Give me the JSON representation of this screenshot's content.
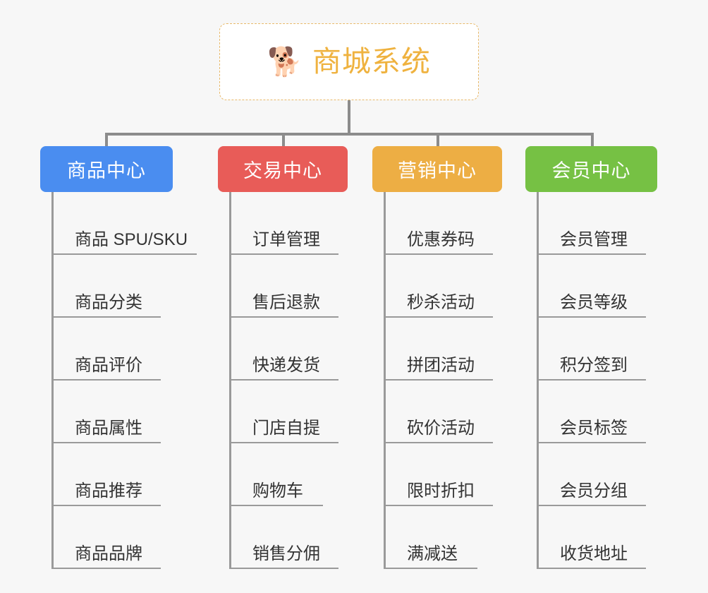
{
  "diagram": {
    "type": "tree-mindmap",
    "background_color": "#f7f7f7",
    "root": {
      "icon": "dog-face-icon",
      "icon_glyph": "🐕",
      "title": "商城系统",
      "title_color": "#efb23f",
      "border_color": "#e8b96a",
      "background_color": "#ffffff"
    },
    "connector_color": "#8c8c8c",
    "categories": [
      {
        "label": "商品中心",
        "color": "#4a8df0",
        "text_color": "#ffffff",
        "items": [
          "商品 SPU/SKU",
          "商品分类",
          "商品评价",
          "商品属性",
          "商品推荐",
          "商品品牌"
        ]
      },
      {
        "label": "交易中心",
        "color": "#e85c58",
        "text_color": "#ffffff",
        "items": [
          "订单管理",
          "售后退款",
          "快递发货",
          "门店自提",
          "购物车",
          "销售分佣"
        ]
      },
      {
        "label": "营销中心",
        "color": "#edae44",
        "text_color": "#ffffff",
        "items": [
          "优惠券码",
          "秒杀活动",
          "拼团活动",
          "砍价活动",
          "限时折扣",
          "满减送"
        ]
      },
      {
        "label": "会员中心",
        "color": "#76c144",
        "text_color": "#ffffff",
        "items": [
          "会员管理",
          "会员等级",
          "积分签到",
          "会员标签",
          "会员分组",
          "收货地址"
        ]
      }
    ]
  }
}
